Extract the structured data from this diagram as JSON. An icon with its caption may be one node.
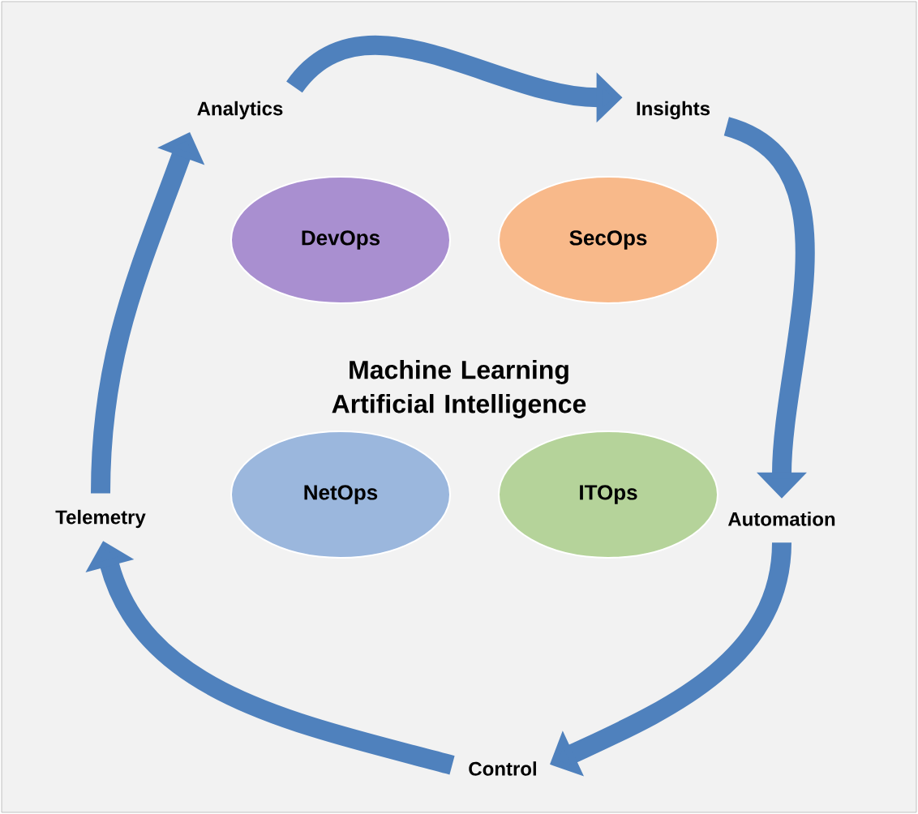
{
  "diagram": {
    "nodes": [
      {
        "text": [
          "Analytics"
        ]
      },
      {
        "text": [
          "Insights"
        ]
      },
      {
        "text": [
          "Automation"
        ]
      },
      {
        "text": [
          "Control"
        ]
      },
      {
        "text": [
          "Telemetry"
        ]
      },
      {
        "text": [
          "DevOps"
        ]
      },
      {
        "text": [
          "SecOps"
        ]
      },
      {
        "text": [
          "NetOps"
        ]
      },
      {
        "text": [
          "ITOps"
        ]
      }
    ],
    "edges": [
      {
        "from": 0,
        "to": 1,
        "arrow": "to"
      },
      {
        "from": 1,
        "to": 2,
        "arrow": "to"
      },
      {
        "from": 2,
        "to": 3,
        "arrow": "to"
      },
      {
        "from": 3,
        "to": 4,
        "arrow": "to"
      },
      {
        "from": 4,
        "to": 0,
        "arrow": "to"
      }
    ],
    "labels": [
      "Machine Learning Artificial Intelligence"
    ]
  }
}
